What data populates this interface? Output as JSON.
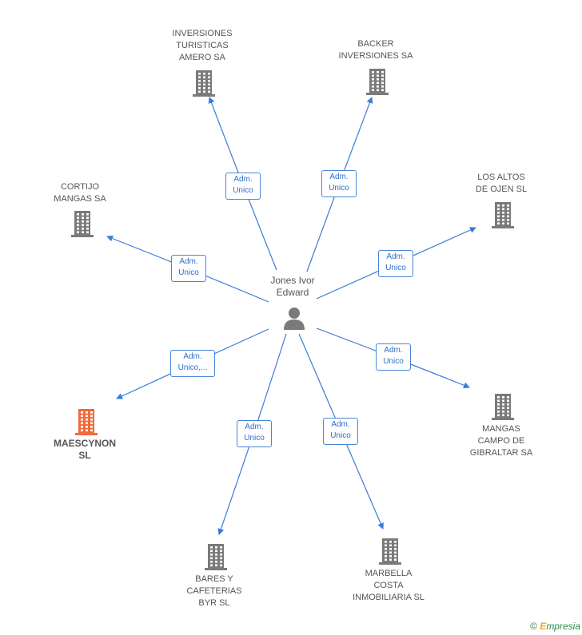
{
  "center": {
    "name": [
      "Jones Ivor",
      "Edward"
    ],
    "icon": "person-icon"
  },
  "colors": {
    "edge": "#3a7bd5",
    "building": "#7a7a7a",
    "highlight": "#f26a3b"
  },
  "nodes": [
    {
      "id": "inversiones-turisticas",
      "name": [
        "INVERSIONES",
        "TURISTICAS",
        "AMERO SA"
      ],
      "edge_label": [
        "Adm.",
        "Unico"
      ],
      "highlight": false,
      "icon": "building-icon"
    },
    {
      "id": "backer-inversiones",
      "name": [
        "BACKER",
        "INVERSIONES SA"
      ],
      "edge_label": [
        "Adm.",
        "Unico"
      ],
      "highlight": false,
      "icon": "building-icon"
    },
    {
      "id": "cortijo-mangas",
      "name": [
        "CORTIJO",
        "MANGAS SA"
      ],
      "edge_label": [
        "Adm.",
        "Unico"
      ],
      "highlight": false,
      "icon": "building-icon"
    },
    {
      "id": "los-altos-de-ojen",
      "name": [
        "LOS ALTOS",
        "DE OJEN SL"
      ],
      "edge_label": [
        "Adm.",
        "Unico"
      ],
      "highlight": false,
      "icon": "building-icon"
    },
    {
      "id": "maescynon",
      "name": [
        "MAESCYNON",
        "SL"
      ],
      "edge_label": [
        "Adm.",
        "Unico,..."
      ],
      "highlight": true,
      "icon": "building-icon"
    },
    {
      "id": "mangas-campo-de-gibraltar",
      "name": [
        "MANGAS",
        "CAMPO DE",
        "GIBRALTAR SA"
      ],
      "edge_label": [
        "Adm.",
        "Unico"
      ],
      "highlight": false,
      "icon": "building-icon"
    },
    {
      "id": "bares-y-cafeterias",
      "name": [
        "BARES Y",
        "CAFETERIAS",
        "BYR SL"
      ],
      "edge_label": [
        "Adm.",
        "Unico"
      ],
      "highlight": false,
      "icon": "building-icon"
    },
    {
      "id": "marbella-costa",
      "name": [
        "MARBELLA",
        "COSTA",
        "INMOBILIARIA SL"
      ],
      "edge_label": [
        "Adm.",
        "Unico"
      ],
      "highlight": false,
      "icon": "building-icon"
    }
  ],
  "footer": {
    "copyright": "©",
    "brand_first": "E",
    "brand_rest": "mpresia"
  }
}
